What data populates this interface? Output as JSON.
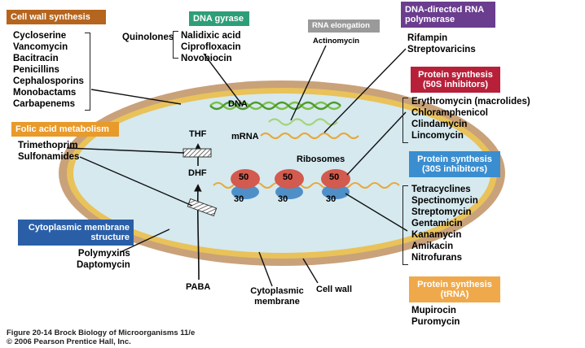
{
  "groups": {
    "cell_wall": {
      "title": "Cell wall synthesis",
      "color": "#b5651d",
      "items": [
        "Cycloserine",
        "Vancomycin",
        "Bacitracin",
        "Penicillins",
        "Cephalosporins",
        "Monobactams",
        "Carbapenems"
      ]
    },
    "dna_gyrase": {
      "title": "DNA gyrase",
      "color": "#2e9e78",
      "prefix": "Quinolones",
      "items": [
        "Nalidixic acid",
        "Ciprofloxacin",
        "Novobiocin"
      ]
    },
    "rna_elongation": {
      "title": "RNA elongation",
      "color": "#9a9a9a",
      "items": [
        "Actinomycin"
      ]
    },
    "rna_polymerase": {
      "title_lines": [
        "DNA-directed RNA",
        "polymerase"
      ],
      "color": "#6a3d8f",
      "items": [
        "Rifampin",
        "Streptovaricins"
      ]
    },
    "protein_50s": {
      "title_lines": [
        "Protein synthesis",
        "(50S inhibitors)"
      ],
      "color": "#b8203a",
      "items": [
        "Erythromycin (macrolides)",
        "Chloramphenicol",
        "Clindamycin",
        "Lincomycin"
      ]
    },
    "folic_acid": {
      "title": "Folic acid metabolism",
      "color": "#e89a2a",
      "items": [
        "Trimethoprim",
        "Sulfonamides"
      ]
    },
    "protein_30s": {
      "title_lines": [
        "Protein synthesis",
        "(30S inhibitors)"
      ],
      "color": "#3a8ed0",
      "items": [
        "Tetracyclines",
        "Spectinomycin",
        "Streptomycin",
        "Gentamicin",
        "Kanamycin",
        "Amikacin",
        "Nitrofurans"
      ]
    },
    "membrane": {
      "title_lines": [
        "Cytoplasmic membrane",
        "structure"
      ],
      "color": "#2a5fa8",
      "items": [
        "Polymyxins",
        "Daptomycin"
      ]
    },
    "trna": {
      "title_lines": [
        "Protein synthesis",
        "(tRNA)"
      ],
      "color": "#f0a94a",
      "items": [
        "Mupirocin",
        "Puromycin"
      ]
    }
  },
  "cell_labels": {
    "dna": "DNA",
    "mrna": "mRNA",
    "ribosomes": "Ribosomes",
    "thf": "THF",
    "dhf": "DHF",
    "paba": "PABA",
    "subunit_large": "50",
    "subunit_small": "30",
    "cytoplasmic_membrane": "Cytoplasmic membrane",
    "cell_wall": "Cell wall"
  },
  "caption": {
    "line1": "Figure 20-14 Brock Biology of Microorganisms 11/e",
    "line2": "© 2006 Pearson Prentice Hall, Inc."
  },
  "colors": {
    "cell_wall": "#c9a27a",
    "membrane": "#e9c25a",
    "cytoplasm": "#d5e9ef",
    "dna_strand": "#7cc04a",
    "mrna_strand": "#e8a83a",
    "ribosome_large": "#d25a4e",
    "ribosome_small": "#4f8fc8"
  }
}
